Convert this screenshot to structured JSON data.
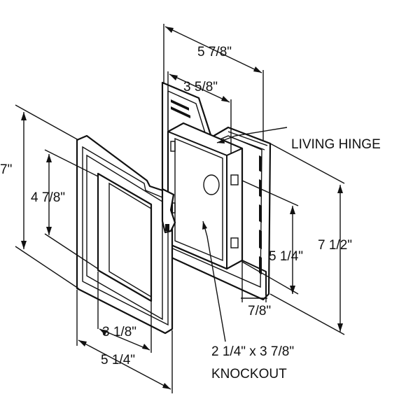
{
  "labels": {
    "overall_width": "5 7/8\"",
    "box_width": "3 5/8\"",
    "living_hinge": "LIVING HINGE",
    "cover_height": "7\"",
    "cover_opening_height": "4 7/8\"",
    "mount_height": "7 1/2\"",
    "box_height": "5 1/4\"",
    "box_depth": "7/8\"",
    "cover_opening_width": "3 1/8\"",
    "cover_width": "5 1/4\"",
    "knockout_size": "2 1/4\" x 3 7/8\"",
    "knockout": "KNOCKOUT"
  },
  "colors": {
    "line": "#111111",
    "background": "#ffffff"
  }
}
